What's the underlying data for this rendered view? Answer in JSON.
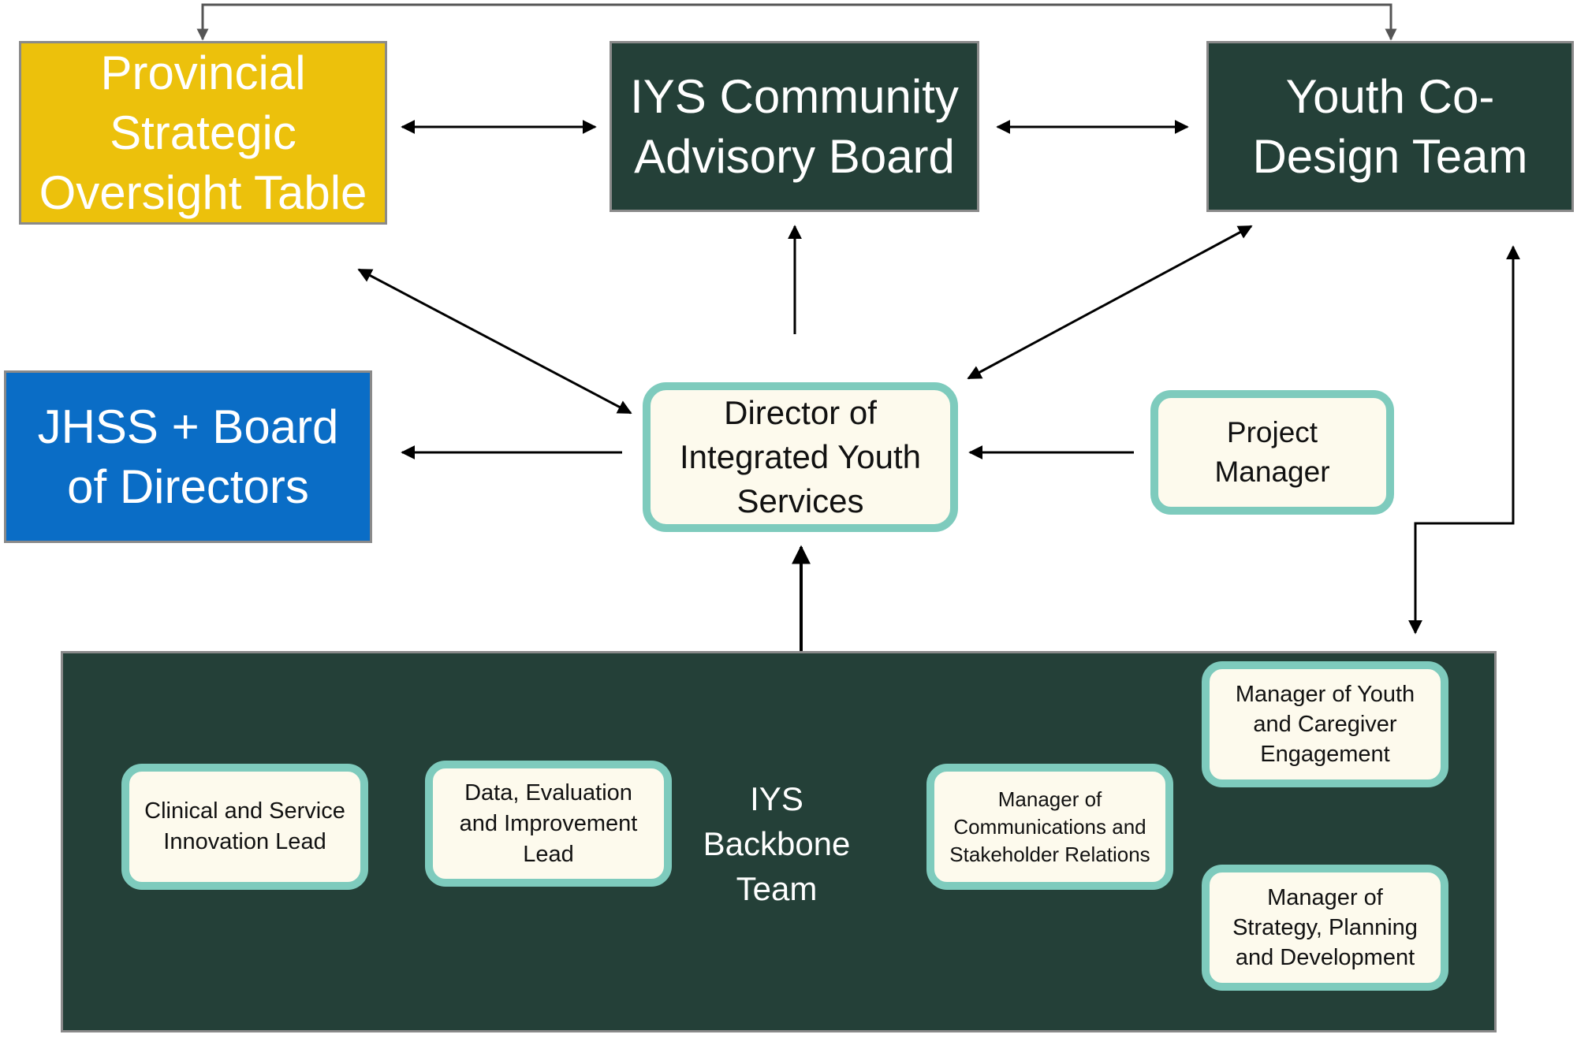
{
  "nodes": {
    "provincial": "Provincial Strategic Oversight Table",
    "advisory": "IYS Community Advisory Board",
    "youth_codesign": "Youth Co-Design Team",
    "jhss": "JHSS + Board of Directors",
    "director": "Director of Integrated Youth Services",
    "project_manager": "Project Manager",
    "backbone": "IYS Backbone Team",
    "clinical": "Clinical and Service Innovation Lead",
    "data_eval": "Data, Evaluation and Improvement Lead",
    "communications": "Manager of Communications and Stakeholder Relations",
    "youth_caregiver": "Manager of Youth and Caregiver Engagement",
    "strategy": "Manager of Strategy, Planning and Development"
  },
  "connections": [
    {
      "from": "provincial",
      "to": "youth_codesign",
      "direction": "both"
    },
    {
      "from": "provincial",
      "to": "advisory",
      "direction": "both"
    },
    {
      "from": "advisory",
      "to": "youth_codesign",
      "direction": "both"
    },
    {
      "from": "director",
      "to": "provincial",
      "direction": "both"
    },
    {
      "from": "director",
      "to": "advisory",
      "direction": "one-way"
    },
    {
      "from": "director",
      "to": "youth_codesign",
      "direction": "both"
    },
    {
      "from": "director",
      "to": "jhss",
      "direction": "one-way"
    },
    {
      "from": "project_manager",
      "to": "director",
      "direction": "one-way"
    },
    {
      "from": "backbone",
      "to": "director",
      "direction": "one-way"
    },
    {
      "from": "backbone",
      "to": "youth_codesign",
      "direction": "both"
    }
  ],
  "colors": {
    "yellow_fill": "#ecc10c",
    "dark_green_fill": "#244038",
    "blue_fill": "#0a6dc6",
    "light_fill": "#fdfaed",
    "teal_border": "#7ecbbd",
    "grey_border": "#8a8a8a"
  }
}
